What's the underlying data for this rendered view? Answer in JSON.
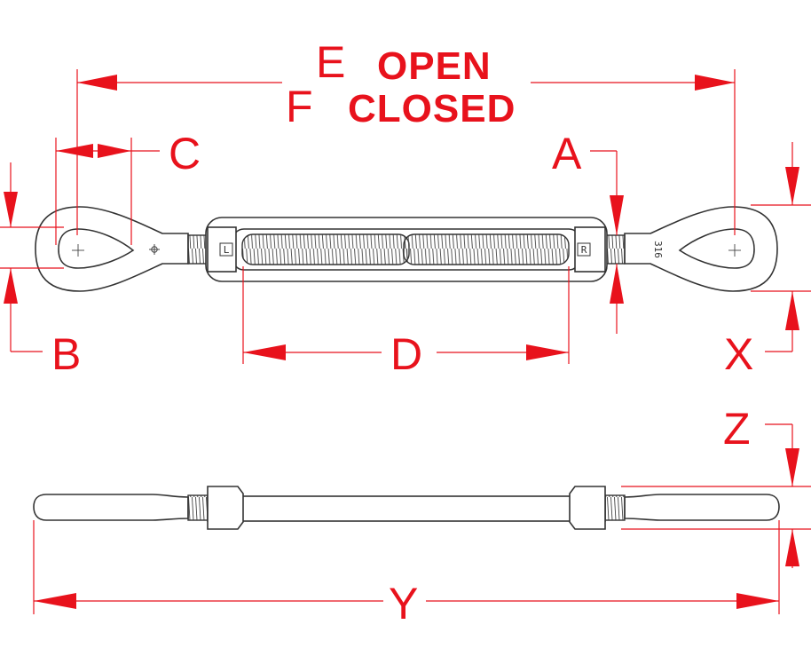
{
  "diagram": {
    "labels": {
      "e": "E",
      "open": "OPEN",
      "f": "F",
      "closed": "CLOSED",
      "c": "C",
      "a": "A",
      "b": "B",
      "d": "D",
      "x": "X",
      "z": "Z",
      "y": "Y"
    },
    "body_marks": {
      "left": "L",
      "right": "R",
      "material": "316"
    },
    "colors": {
      "dimension": "#e8121c",
      "part": "#333333"
    }
  }
}
